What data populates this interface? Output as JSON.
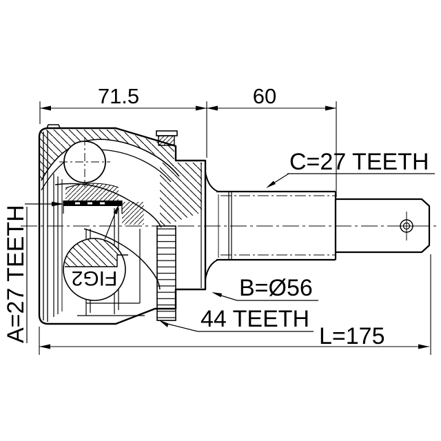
{
  "drawing": {
    "background": "#ffffff",
    "line_color": "#000000",
    "figure_label": "FIG2",
    "dimensions": {
      "joint_body_width": "71.5",
      "spline_section_length": "60",
      "overall_length": "L=175",
      "body_diameter": "B=Ø56",
      "outboard_spline_teeth": "C=27 TEETH",
      "inboard_spline_teeth": "A=27 TEETH",
      "abs_ring_teeth": "44 TEETH"
    }
  }
}
